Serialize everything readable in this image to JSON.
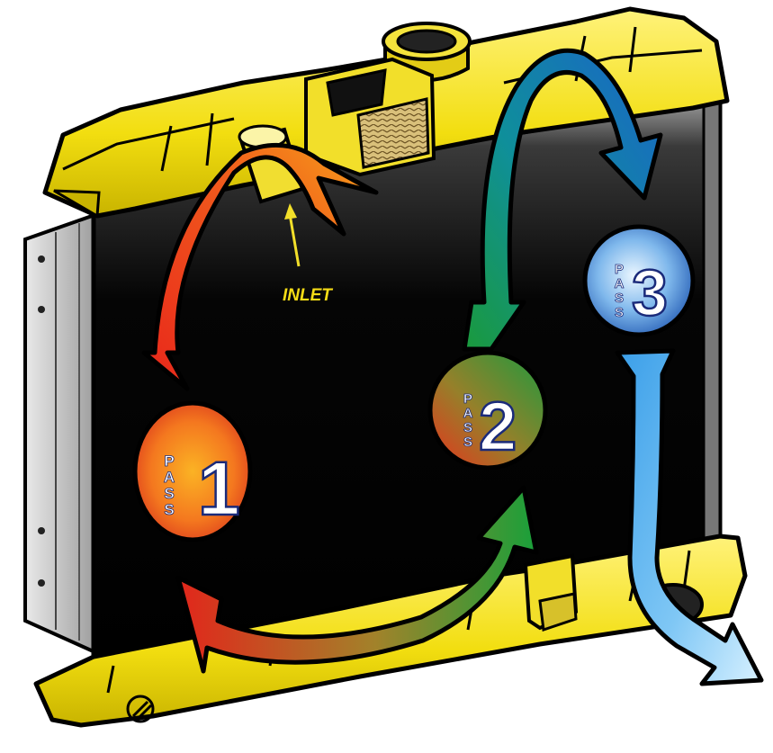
{
  "diagram": {
    "inlet_label": "INLET",
    "passes": [
      {
        "word": "PASS",
        "letters": [
          "P",
          "A",
          "S",
          "S"
        ],
        "number": "1",
        "theme": "warm"
      },
      {
        "word": "PASS",
        "letters": [
          "P",
          "A",
          "S",
          "S"
        ],
        "number": "2",
        "theme": "green"
      },
      {
        "word": "PASS",
        "letters": [
          "P",
          "A",
          "S",
          "S"
        ],
        "number": "3",
        "theme": "blue"
      }
    ]
  }
}
